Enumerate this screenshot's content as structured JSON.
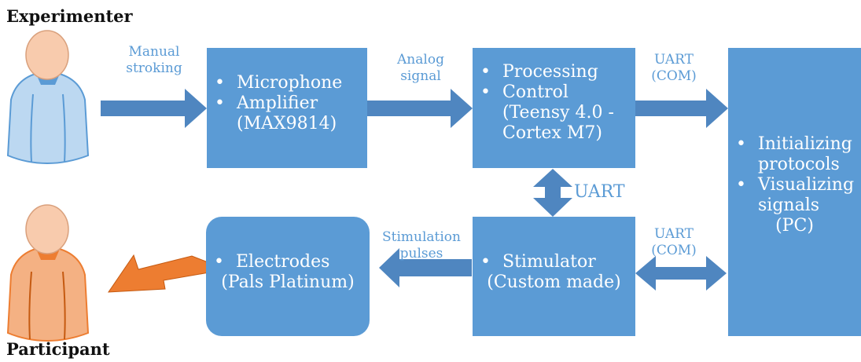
{
  "actors": {
    "experimenter": {
      "label": "Experimenter",
      "color": "#5b9bd5"
    },
    "participant": {
      "label": "Participant",
      "color": "#ed7d31"
    }
  },
  "blocks": {
    "amplifier": {
      "items": [
        "Microphone",
        "Amplifier"
      ],
      "line": "(MAX9814)"
    },
    "processor": {
      "items": [
        "Processing",
        "Control"
      ],
      "lines": [
        "(Teensy 4.0 -",
        "Cortex M7)"
      ]
    },
    "pc": {
      "items": [
        "Initializing protocols",
        "Visualizing signals"
      ],
      "line": "(PC)"
    },
    "stimulator": {
      "items": [
        "Stimulator"
      ],
      "line": "(Custom made)"
    },
    "electrodes": {
      "items": [
        "Electrodes"
      ],
      "line": "(Pals Platinum)"
    }
  },
  "connections": {
    "manual": [
      "Manual",
      "stroking"
    ],
    "analog": [
      "Analog",
      "signal"
    ],
    "uart_com_top": [
      "UART",
      "(COM)"
    ],
    "uart_vertical": "UART",
    "uart_com_bottom": [
      "UART",
      "(COM)"
    ],
    "stim_pulses": [
      "Stimulation",
      "pulses"
    ]
  },
  "colors": {
    "block": "#5b9bd5",
    "arrow": "#4f86c0",
    "label": "#5b9bd5",
    "shock": "#ed7d31"
  }
}
